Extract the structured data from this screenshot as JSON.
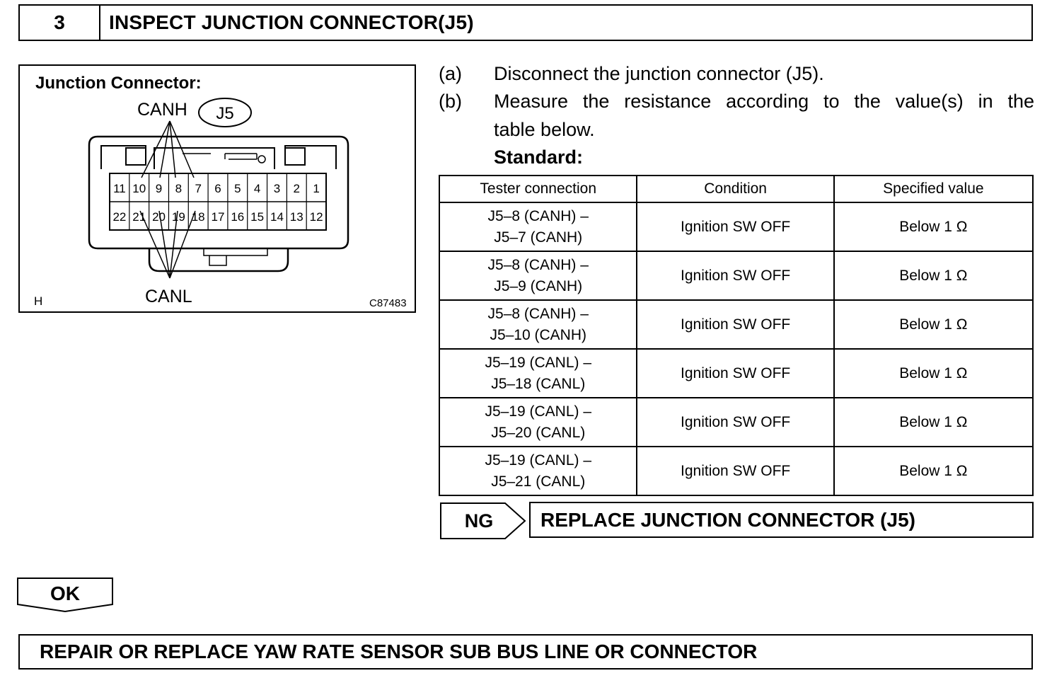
{
  "step": {
    "number": "3",
    "title": "INSPECT JUNCTION CONNECTOR(J5)"
  },
  "figure": {
    "title": "Junction Connector:",
    "canh_label": "CANH",
    "connector_id": "J5",
    "canl_label": "CANL",
    "corner_mark": "H",
    "code": "C87483",
    "pins_top": [
      "11",
      "10",
      "9",
      "8",
      "7",
      "6",
      "5",
      "4",
      "3",
      "2",
      "1"
    ],
    "pins_bottom": [
      "22",
      "21",
      "20",
      "19",
      "18",
      "17",
      "16",
      "15",
      "14",
      "13",
      "12"
    ]
  },
  "instructions": [
    {
      "letter": "(a)",
      "text": "Disconnect the junction connector (J5)."
    },
    {
      "letter": "(b)",
      "line1": "Measure the resistance according to the value(s) in the",
      "line2": "table below."
    }
  ],
  "standard_label": "Standard:",
  "table": {
    "headers": [
      "Tester connection",
      "Condition",
      "Specified value"
    ],
    "rows": [
      {
        "conn1": "J5–8 (CANH) –",
        "conn2": "J5–7 (CANH)",
        "condition": "Ignition SW OFF",
        "value": "Below 1 Ω"
      },
      {
        "conn1": "J5–8 (CANH) –",
        "conn2": "J5–9 (CANH)",
        "condition": "Ignition SW OFF",
        "value": "Below 1 Ω"
      },
      {
        "conn1": "J5–8 (CANH) –",
        "conn2": "J5–10 (CANH)",
        "condition": "Ignition SW OFF",
        "value": "Below 1 Ω"
      },
      {
        "conn1": "J5–19 (CANL) –",
        "conn2": "J5–18 (CANL)",
        "condition": "Ignition SW OFF",
        "value": "Below 1 Ω"
      },
      {
        "conn1": "J5–19 (CANL) –",
        "conn2": "J5–20 (CANL)",
        "condition": "Ignition SW OFF",
        "value": "Below 1 Ω"
      },
      {
        "conn1": "J5–19 (CANL) –",
        "conn2": "J5–21 (CANL)",
        "condition": "Ignition SW OFF",
        "value": "Below 1 Ω"
      }
    ]
  },
  "ng": {
    "label": "NG",
    "action": "REPLACE JUNCTION CONNECTOR (J5)"
  },
  "ok": {
    "label": "OK",
    "action": "REPAIR OR REPLACE YAW RATE SENSOR SUB BUS LINE OR CONNECTOR"
  }
}
